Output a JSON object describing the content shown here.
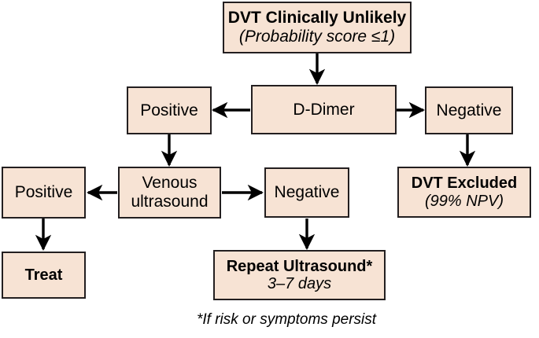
{
  "diagram": {
    "title": "DVT Clinically Unlikely diagnostic algorithm",
    "colors": {
      "node_fill": "#f7e3d4",
      "node_border": "#231f20",
      "edge": "#000000",
      "background": "#ffffff"
    },
    "nodes": [
      {
        "id": "dvt-unlikely",
        "name": "dvt-clinically-unlikely-box",
        "line1": "DVT Clinically Unlikely",
        "line2": "(Probability score ≤1)",
        "style1": "bold-lg",
        "style2": "italic-lg"
      },
      {
        "id": "positive-ddimer",
        "name": "positive-ddimer-box",
        "line1": "Positive",
        "line2": "",
        "style1": "plain",
        "style2": ""
      },
      {
        "id": "d-dimer",
        "name": "d-dimer-box",
        "line1": "D-Dimer",
        "line2": "",
        "style1": "plain",
        "style2": ""
      },
      {
        "id": "negative-ddimer",
        "name": "negative-ddimer-box",
        "line1": "Negative",
        "line2": "",
        "style1": "plain",
        "style2": ""
      },
      {
        "id": "positive-us",
        "name": "positive-ultrasound-box",
        "line1": "Positive",
        "line2": "",
        "style1": "plain",
        "style2": ""
      },
      {
        "id": "venous-us",
        "name": "venous-ultrasound-box",
        "line1": "Venous",
        "line2": "ultrasound",
        "style1": "plain",
        "style2": "plain"
      },
      {
        "id": "negative-us",
        "name": "negative-ultrasound-box",
        "line1": "Negative",
        "line2": "",
        "style1": "plain",
        "style2": ""
      },
      {
        "id": "dvt-excluded",
        "name": "dvt-excluded-box",
        "line1": "DVT Excluded",
        "line2": "(99% NPV)",
        "style1": "bold",
        "style2": "italic"
      },
      {
        "id": "treat",
        "name": "treat-box",
        "line1": "Treat",
        "line2": "",
        "style1": "bold",
        "style2": ""
      },
      {
        "id": "repeat-us",
        "name": "repeat-ultrasound-box",
        "line1": "Repeat Ultrasound*",
        "line2": "3–7 days",
        "style1": "bold",
        "style2": "italic"
      }
    ],
    "footnote": "*If risk or symptoms persist",
    "edges": [
      {
        "from": "dvt-unlikely",
        "to": "d-dimer",
        "direction": "down"
      },
      {
        "from": "d-dimer",
        "to": "positive-ddimer",
        "direction": "left"
      },
      {
        "from": "d-dimer",
        "to": "negative-ddimer",
        "direction": "right"
      },
      {
        "from": "positive-ddimer",
        "to": "venous-us",
        "direction": "down"
      },
      {
        "from": "negative-ddimer",
        "to": "dvt-excluded",
        "direction": "down"
      },
      {
        "from": "venous-us",
        "to": "positive-us",
        "direction": "left"
      },
      {
        "from": "venous-us",
        "to": "negative-us",
        "direction": "right"
      },
      {
        "from": "positive-us",
        "to": "treat",
        "direction": "down"
      },
      {
        "from": "negative-us",
        "to": "repeat-us",
        "direction": "down"
      }
    ]
  }
}
